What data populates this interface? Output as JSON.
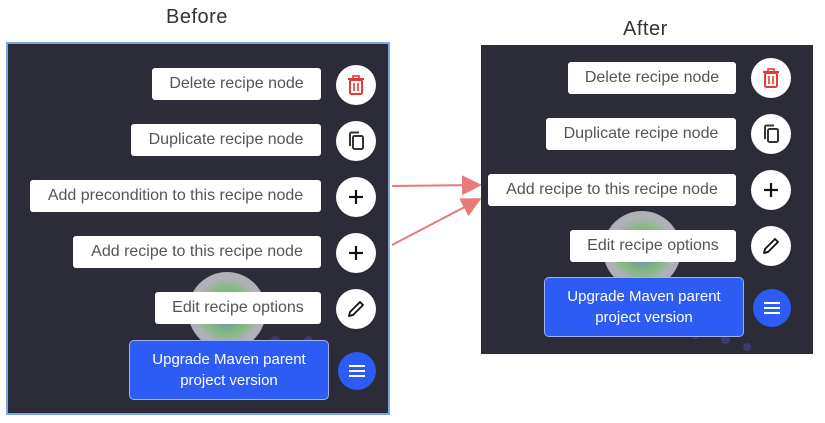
{
  "captions": {
    "before": "Before",
    "after": "After"
  },
  "before": {
    "menu_items": [
      {
        "label": "Delete recipe node",
        "icon": "trash-icon",
        "icon_color": "#e53935"
      },
      {
        "label": "Duplicate recipe node",
        "icon": "copy-icon"
      },
      {
        "label": "Add precondition to this recipe node",
        "icon": "plus-icon"
      },
      {
        "label": "Add recipe to this recipe node",
        "icon": "plus-icon"
      },
      {
        "label": "Edit recipe options",
        "icon": "pencil-icon"
      }
    ],
    "main_button": "Upgrade Maven parent project version",
    "menu_icon": "menu-icon"
  },
  "after": {
    "menu_items": [
      {
        "label": "Delete recipe node",
        "icon": "trash-icon",
        "icon_color": "#e53935"
      },
      {
        "label": "Duplicate recipe node",
        "icon": "copy-icon"
      },
      {
        "label": "Add recipe to this recipe node",
        "icon": "plus-icon"
      },
      {
        "label": "Edit recipe options",
        "icon": "pencil-icon"
      }
    ],
    "main_button": "Upgrade Maven parent project version",
    "menu_icon": "menu-icon"
  },
  "colors": {
    "panel_bg": "#2b2c37",
    "primary_blue": "#2d5cf5",
    "arrow": "#e87a7a",
    "delete_red": "#e53935"
  }
}
